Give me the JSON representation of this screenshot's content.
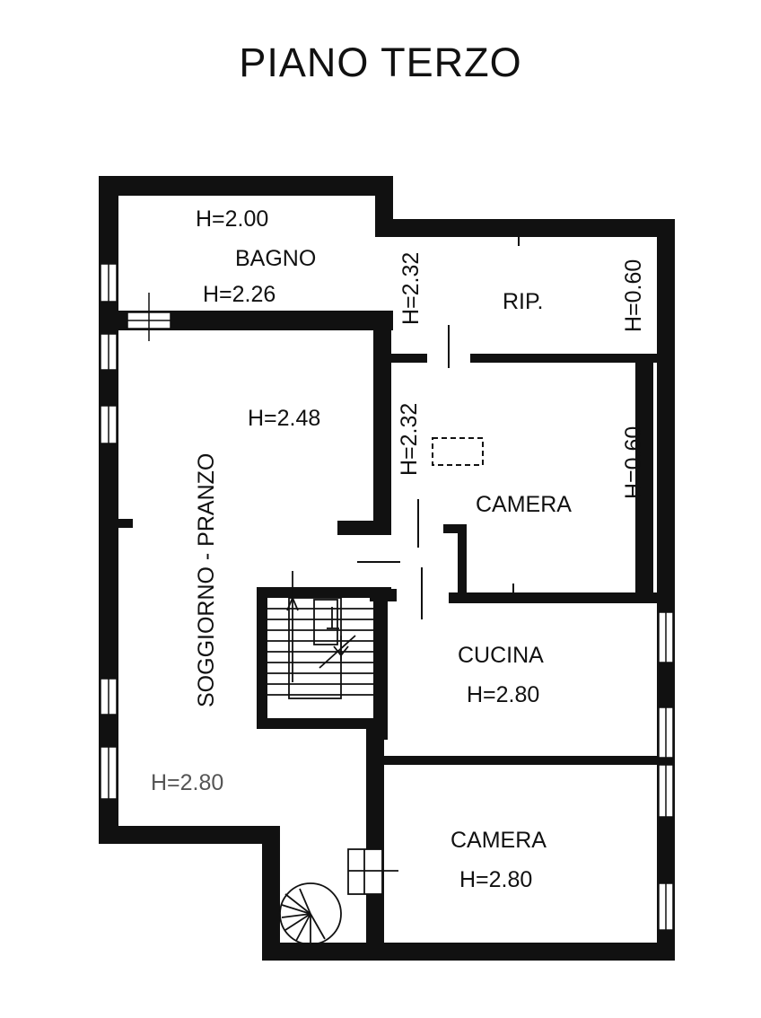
{
  "title": "PIANO TERZO",
  "colors": {
    "wall": "#111111",
    "paper": "#ffffff"
  },
  "rooms": {
    "bagno": {
      "name": "BAGNO",
      "h_top": "H=2.00",
      "h_bottom": "H=2.26"
    },
    "ripostiglio": {
      "name": "RIP.",
      "h_left": "H=2.32",
      "h_right": "H=0.60"
    },
    "camera_upper": {
      "name": "CAMERA",
      "h_left": "H=2.32",
      "h_right": "H=0.60"
    },
    "soggiorno": {
      "name": "SOGGIORNO - PRANZO",
      "h_upper": "H=2.48",
      "h_lower": "H=2.80"
    },
    "cucina": {
      "name": "CUCINA",
      "h": "H=2.80"
    },
    "camera_lower": {
      "name": "CAMERA",
      "h": "H=2.80"
    }
  },
  "icons": [
    "staircase-icon",
    "spiral-stair-icon",
    "skylight-icon",
    "window-icon"
  ]
}
